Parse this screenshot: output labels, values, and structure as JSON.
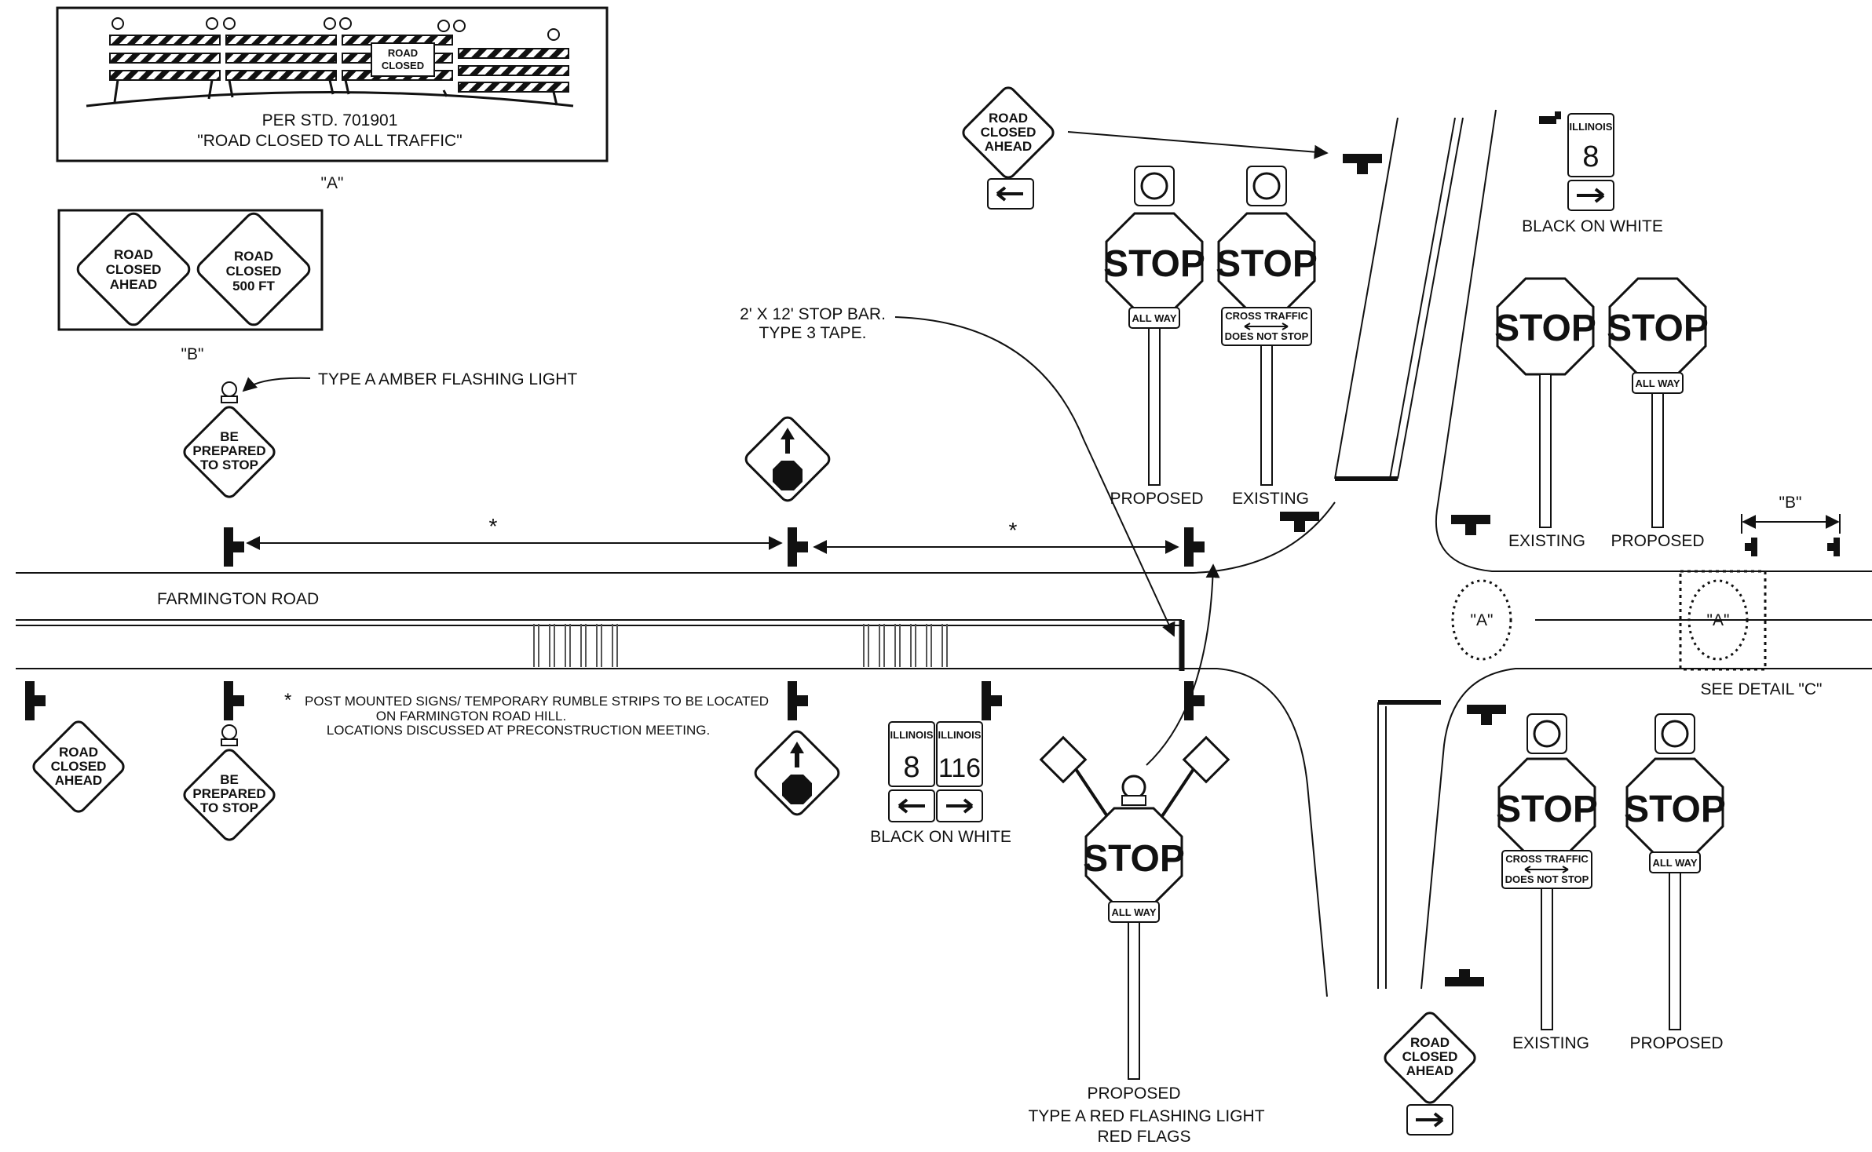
{
  "detail_a": {
    "sign_text": [
      "ROAD",
      "CLOSED"
    ],
    "caption_line1": "PER STD. 701901",
    "caption_line2": "\"ROAD CLOSED TO ALL TRAFFIC\"",
    "tag": "\"A\""
  },
  "detail_b": {
    "sign1": [
      "ROAD",
      "CLOSED",
      "AHEAD"
    ],
    "sign2": [
      "ROAD",
      "CLOSED",
      "500 FT"
    ],
    "tag": "\"B\""
  },
  "labels": {
    "amber_light": "TYPE A AMBER FLASHING LIGHT",
    "be_prepared": [
      "BE",
      "PREPARED",
      "TO STOP"
    ],
    "road_closed_ahead": [
      "ROAD",
      "CLOSED",
      "AHEAD"
    ],
    "farmington_road": "FARMINGTON ROAD",
    "stop_bar_line1": "2' X 12' STOP BAR.",
    "stop_bar_line2": "TYPE 3 TAPE.",
    "spacing_mark": "*",
    "note_star": "*",
    "note_line1": "POST MOUNTED SIGNS/ TEMPORARY RUMBLE STRIPS TO BE LOCATED",
    "note_line2": "ON FARMINGTON ROAD HILL.",
    "note_line3": "LOCATIONS DISCUSSED AT PRECONSTRUCTION MEETING.",
    "black_on_white": "BLACK ON WHITE",
    "illinois": "ILLINOIS",
    "route_8": "8",
    "route_116": "116",
    "stop": "STOP",
    "all_way": "ALL WAY",
    "cross_traffic": "CROSS TRAFFIC",
    "does_not_stop": "DOES NOT STOP",
    "proposed": "PROPOSED",
    "existing": "EXISTING",
    "red_light": "TYPE A RED FLASHING LIGHT",
    "red_flags": "RED FLAGS",
    "tag_a": "\"A\"",
    "tag_b": "\"B\"",
    "see_detail_c": "SEE DETAIL \"C\""
  }
}
